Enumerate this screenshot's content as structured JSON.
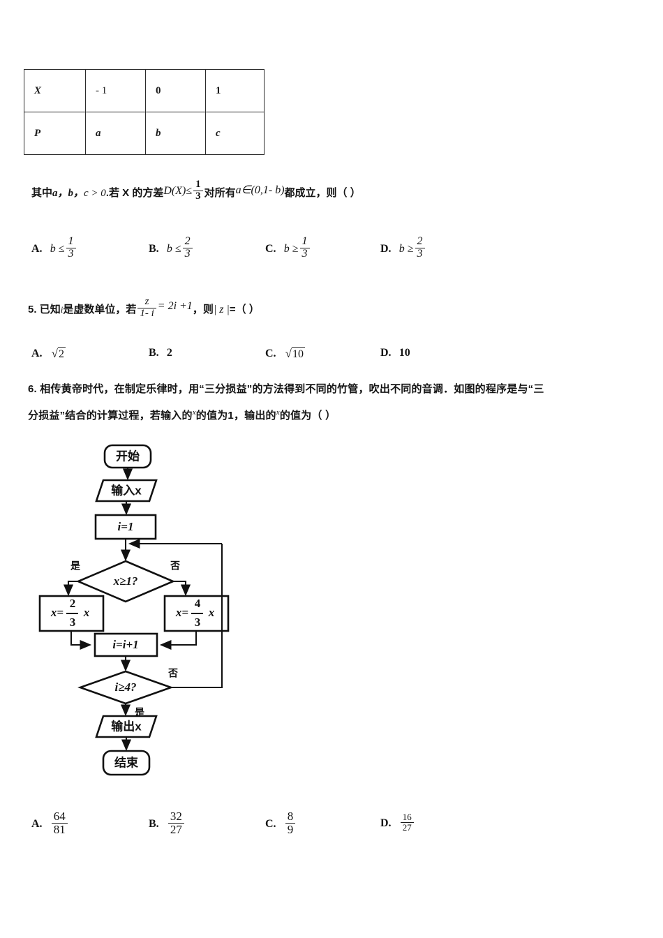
{
  "distribution_table": {
    "rows": [
      {
        "header": "X",
        "cells": [
          "- 1",
          "0",
          "1"
        ]
      },
      {
        "header": "P",
        "cells": [
          "a",
          "b",
          "c"
        ]
      }
    ]
  },
  "question4": {
    "stem_prefix": "其中",
    "stem_vars": "a，b，",
    "stem_cond": "c > 0",
    "stem_mid": ".若 X 的方差",
    "variance_expr": "D(X)≤",
    "variance_num": "1",
    "variance_den": "3",
    "stem_after": "对所有",
    "interval_expr": "a∈(0,1- b)",
    "stem_tail": "都成立，则（  ）",
    "options": [
      {
        "label": "A.",
        "rel": "b ≤",
        "num": "1",
        "den": "3"
      },
      {
        "label": "B.",
        "rel": "b ≤",
        "num": "2",
        "den": "3"
      },
      {
        "label": "C.",
        "rel": "b ≥",
        "num": "1",
        "den": "3"
      },
      {
        "label": "D.",
        "rel": "b ≥",
        "num": "2",
        "den": "3"
      }
    ]
  },
  "question5": {
    "number": "5.",
    "text_a": "已知",
    "var_i": "i",
    "text_b": "是虚数单位，若",
    "frac_num": "z",
    "frac_den": "1- i",
    "equals": "= 2i +1",
    "text_c": "，则",
    "modulus": "| z |",
    "text_d": "=（  ）",
    "options": [
      {
        "label": "A.",
        "value": "√2",
        "radicand": "2",
        "type": "sqrt"
      },
      {
        "label": "B.",
        "value": "2",
        "type": "number"
      },
      {
        "label": "C.",
        "value": "√10",
        "radicand": "10",
        "type": "sqrt"
      },
      {
        "label": "D.",
        "value": "10",
        "type": "number"
      }
    ]
  },
  "question6": {
    "line1": "6. 相传黄帝时代，在制定乐律时，用“三分损益”的方法得到不同的竹管，吹出不同的音调．如图的程序是与“三",
    "line2_a": "分损益”结合的计算过程，若输入的",
    "line2_var1": "x",
    "line2_b": "的值为1，输出的",
    "line2_var2": "x",
    "line2_c": "的值为（  ）",
    "flowchart": {
      "start": "开始",
      "input": "输入x",
      "init": "i=1",
      "decision1": "x≥1?",
      "decision1_yes": "是",
      "decision1_no": "否",
      "branch_yes_prefix": "x=",
      "branch_yes_num": "2",
      "branch_yes_den": "3",
      "branch_yes_suffix": "x",
      "branch_no_prefix": "x=",
      "branch_no_num": "4",
      "branch_no_den": "3",
      "branch_no_suffix": "x",
      "increment": "i=i+1",
      "decision2": "i≥4?",
      "decision2_yes": "是",
      "decision2_no": "否",
      "output": "输出x",
      "end": "结束"
    },
    "options": [
      {
        "label": "A.",
        "num": "64",
        "den": "81"
      },
      {
        "label": "B.",
        "num": "32",
        "den": "27"
      },
      {
        "label": "C.",
        "num": "8",
        "den": "9"
      },
      {
        "label": "D.",
        "num": "16",
        "den": "27"
      }
    ]
  },
  "colors": {
    "ink": "#141414",
    "rule": "#2b2b2b",
    "page": "#ffffff"
  }
}
